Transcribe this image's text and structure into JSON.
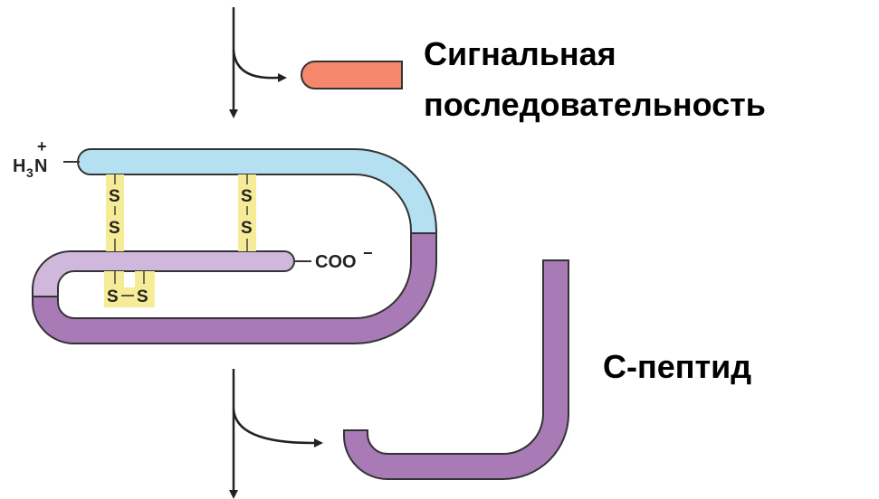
{
  "labels": {
    "signal_line1": "Сигнальная",
    "signal_line2": "последовательность",
    "c_peptide": "С-пептид",
    "n_terminus_main": "H",
    "n_terminus_sub": "3",
    "n_terminus_n": "N",
    "n_terminus_charge": "+",
    "c_terminus": "COO",
    "c_terminus_charge": "−",
    "sulfur": "S"
  },
  "colors": {
    "signal_sequence": "#f4876c",
    "b_chain": "#b4e0f2",
    "a_chain": "#d0b8dc",
    "c_peptide": "#a87ab6",
    "disulfide_bond": "#f6ec98",
    "outline": "#333333"
  }
}
